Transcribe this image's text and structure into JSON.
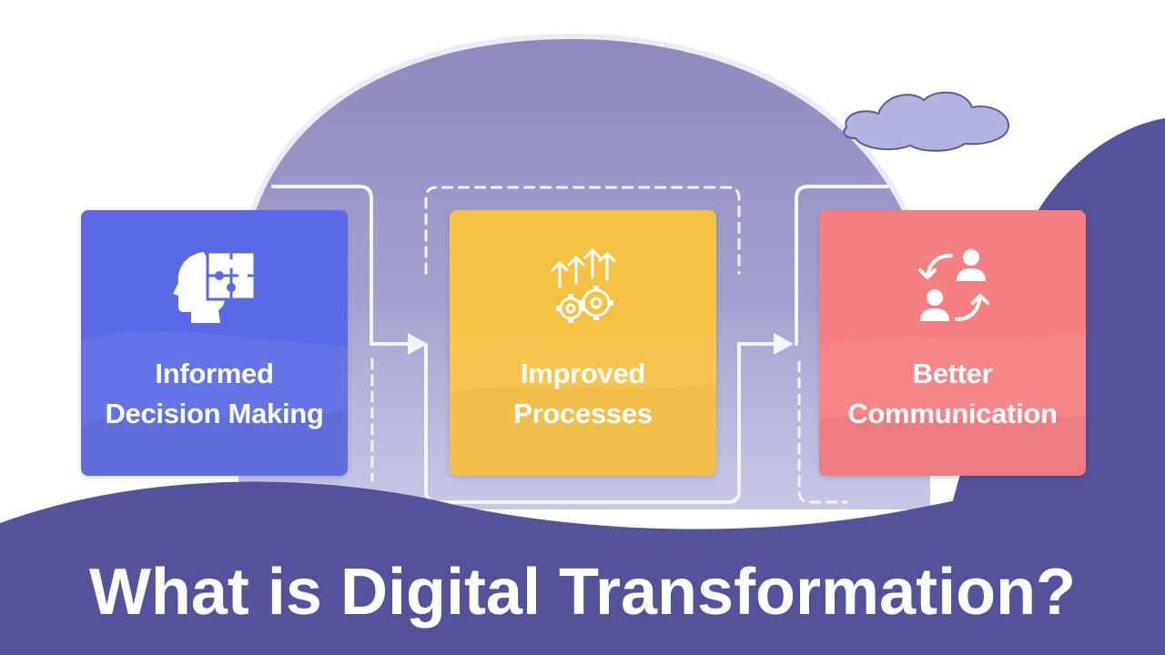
{
  "title": "What is Digital Transformation?",
  "cards": [
    {
      "line1": "Informed",
      "line2": "Decision Making",
      "icon": "head-puzzle-icon",
      "color": "#5b69e6"
    },
    {
      "line1": "Improved",
      "line2": "Processes",
      "icon": "gears-arrows-icon",
      "color": "#f7c244"
    },
    {
      "line1": "Better",
      "line2": "Communication",
      "icon": "people-exchange-icon",
      "color": "#f67f82"
    }
  ],
  "colors": {
    "background": "#ffffff",
    "dome": "#8e8cc1",
    "ground": "#54529a",
    "cloud": "#b3b3e0"
  }
}
